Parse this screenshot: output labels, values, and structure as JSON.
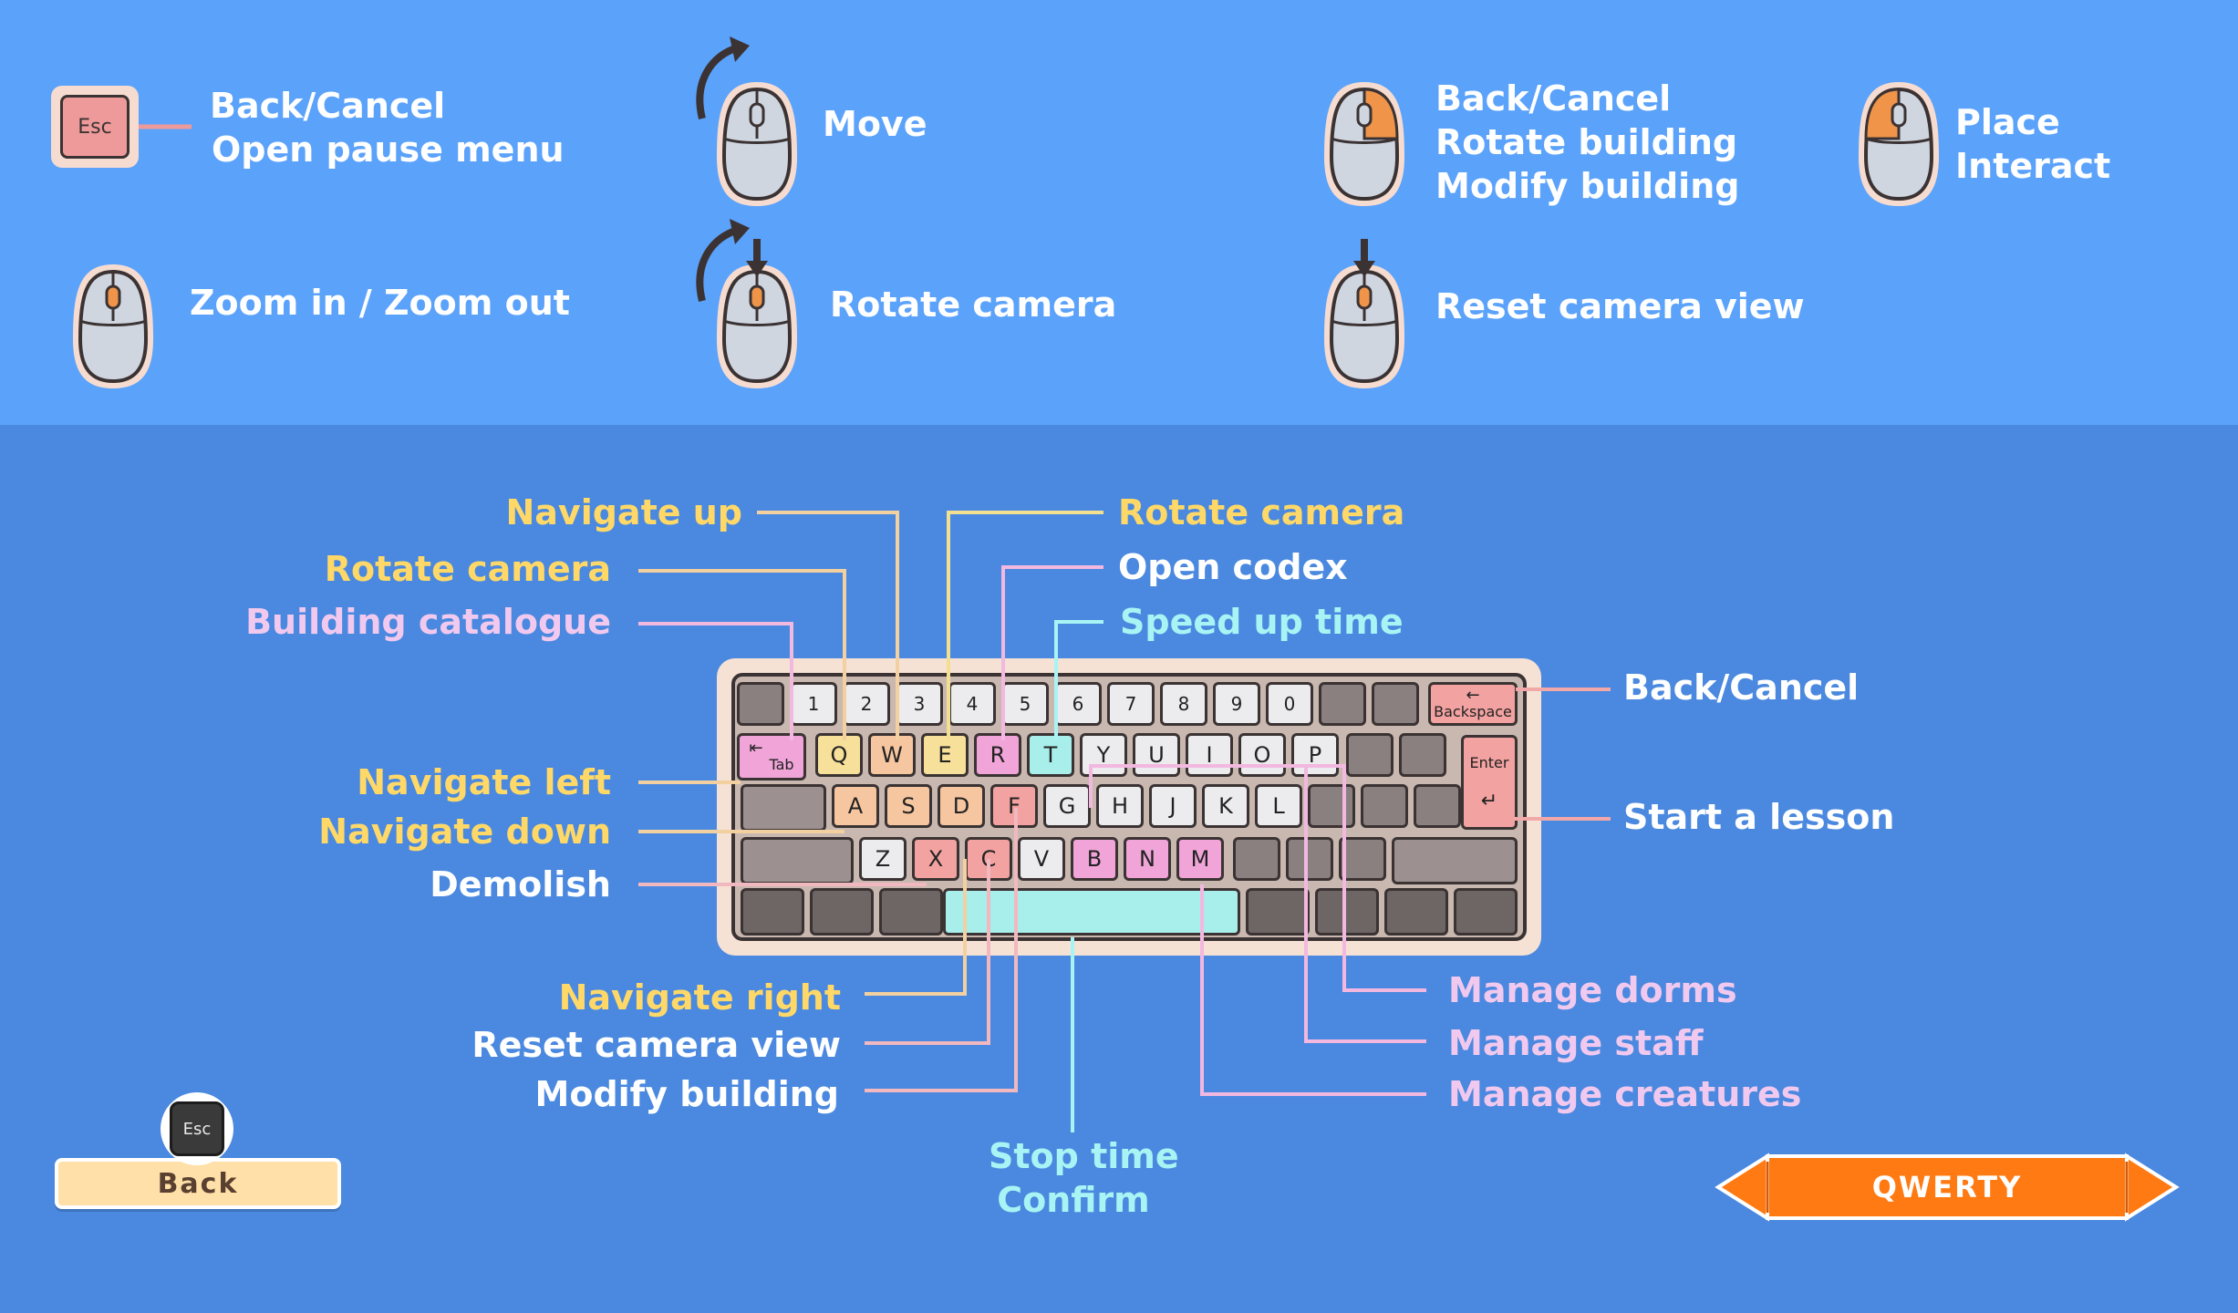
{
  "mouse_panel": {
    "esc_key": "Esc",
    "esc_lines": [
      "Back/Cancel",
      "Open pause menu"
    ],
    "move": "Move",
    "right_click_lines": [
      "Back/Cancel",
      "Rotate building",
      "Modify building"
    ],
    "left_click_lines": [
      "Place",
      "Interact"
    ],
    "scroll": "Zoom in / Zoom out",
    "rotate_camera": "Rotate camera",
    "reset_camera": "Reset camera view"
  },
  "keyboard": {
    "number_row": [
      "1",
      "2",
      "3",
      "4",
      "5",
      "6",
      "7",
      "8",
      "9",
      "0"
    ],
    "backspace": "Backspace",
    "tab": "Tab",
    "enter": "Enter",
    "top_row": [
      "Q",
      "W",
      "E",
      "R",
      "T",
      "Y",
      "U",
      "I",
      "O",
      "P"
    ],
    "home_row": [
      "A",
      "S",
      "D",
      "F",
      "G",
      "H",
      "J",
      "K",
      "L"
    ],
    "bottom_row": [
      "Z",
      "X",
      "C",
      "V",
      "B",
      "N",
      "M"
    ]
  },
  "labels_left": {
    "navigate_up": "Navigate up",
    "rotate_camera": "Rotate camera",
    "building_catalogue": "Building catalogue",
    "navigate_left": "Navigate left",
    "navigate_down": "Navigate down",
    "demolish": "Demolish"
  },
  "labels_right": {
    "rotate_camera": "Rotate camera",
    "open_codex": "Open codex",
    "speed_up_time": "Speed up time",
    "back_cancel": "Back/Cancel",
    "start_lesson": "Start a lesson"
  },
  "labels_bottom": {
    "navigate_right": "Navigate right",
    "reset_camera_view": "Reset camera view",
    "modify_building": "Modify building",
    "stop_time": "Stop time",
    "confirm": "Confirm",
    "manage_dorms": "Manage dorms",
    "manage_staff": "Manage staff",
    "manage_creatures": "Manage creatures"
  },
  "footer": {
    "back_key": "Esc",
    "back_label": "Back",
    "layout_label": "QWERTY"
  },
  "colors": {
    "top_bg": "#5ba2fb",
    "bottom_bg": "#4a89df",
    "yellow_label": "#ffd868",
    "pink_label": "#f2c9ee",
    "cyan_label": "#a8f4f4",
    "layout_button": "#ff7a12"
  }
}
